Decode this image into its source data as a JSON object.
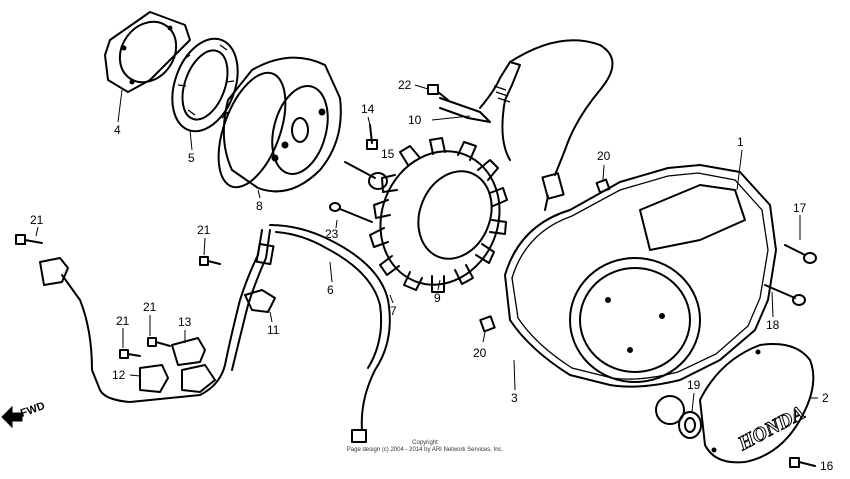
{
  "diagram": {
    "callouts": [
      {
        "id": "1",
        "text": "1"
      },
      {
        "id": "2",
        "text": "2"
      },
      {
        "id": "3",
        "text": "3"
      },
      {
        "id": "4",
        "text": "4"
      },
      {
        "id": "5",
        "text": "5"
      },
      {
        "id": "6",
        "text": "6"
      },
      {
        "id": "7",
        "text": "7"
      },
      {
        "id": "8",
        "text": "8"
      },
      {
        "id": "9",
        "text": "9"
      },
      {
        "id": "10",
        "text": "10"
      },
      {
        "id": "11",
        "text": "11"
      },
      {
        "id": "12",
        "text": "12"
      },
      {
        "id": "13",
        "text": "13"
      },
      {
        "id": "14",
        "text": "14"
      },
      {
        "id": "15",
        "text": "15"
      },
      {
        "id": "16",
        "text": "16"
      },
      {
        "id": "17",
        "text": "17"
      },
      {
        "id": "18",
        "text": "18"
      },
      {
        "id": "19",
        "text": "19"
      },
      {
        "id": "20a",
        "text": "20"
      },
      {
        "id": "20b",
        "text": "20"
      },
      {
        "id": "21a",
        "text": "21"
      },
      {
        "id": "21b",
        "text": "21"
      },
      {
        "id": "21c",
        "text": "21"
      },
      {
        "id": "21d",
        "text": "21"
      },
      {
        "id": "22",
        "text": "22"
      },
      {
        "id": "23",
        "text": "23"
      }
    ],
    "fwd_label": "FWD",
    "cover_logo": "HONDA",
    "copyright_line1": "Copyright",
    "copyright_line2": "Page design (c) 2004 - 2014 by ARI Network Services, Inc."
  }
}
